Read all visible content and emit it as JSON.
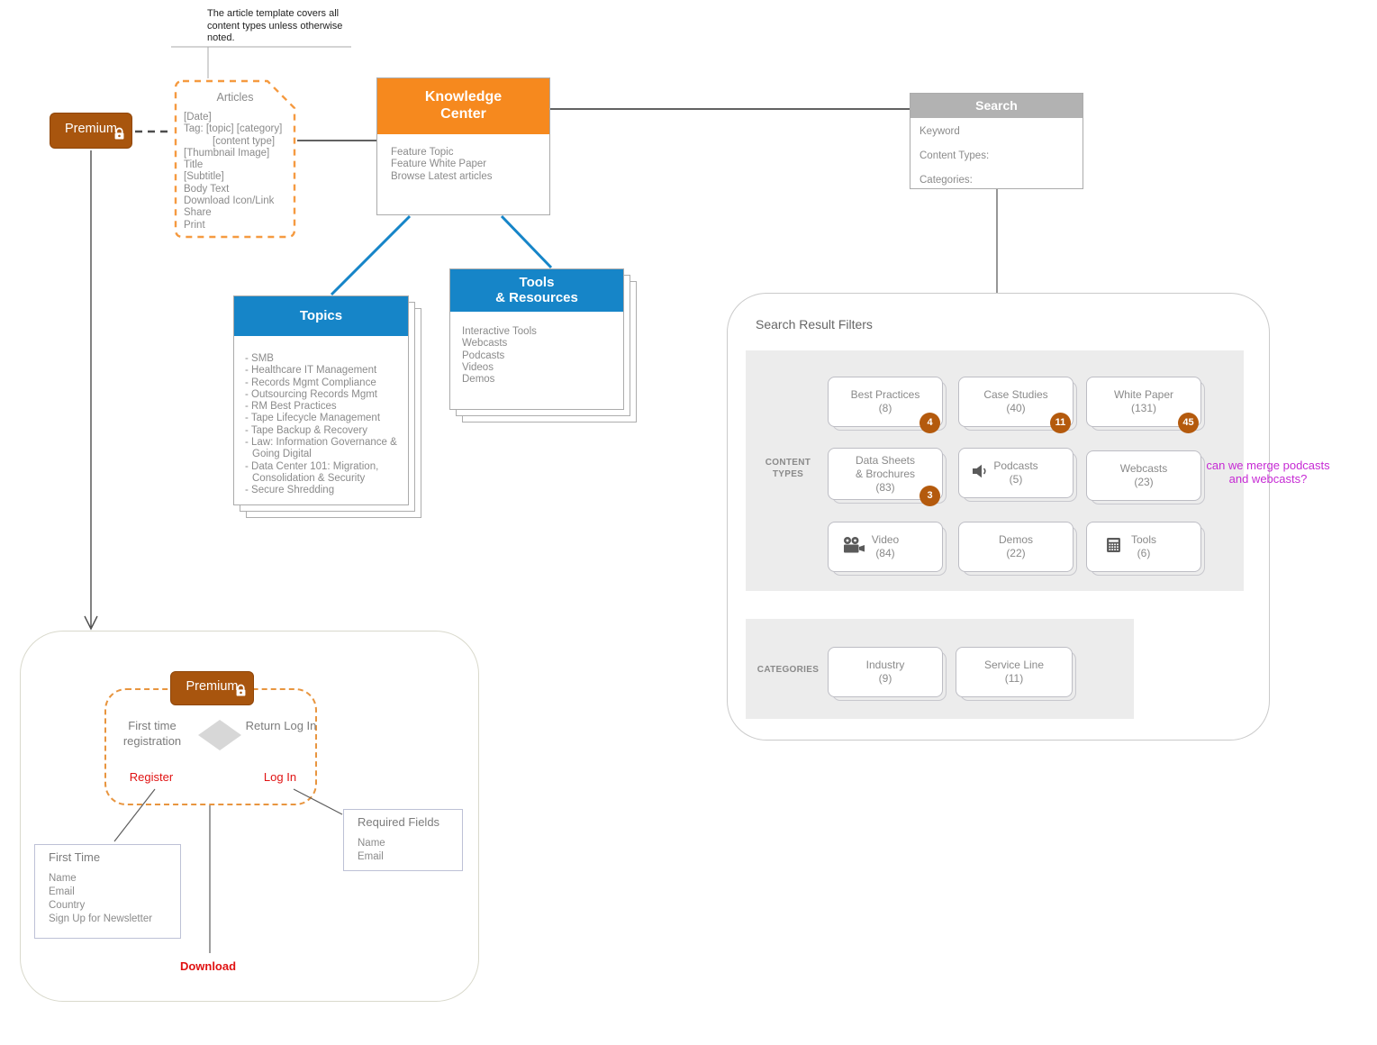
{
  "colors": {
    "accent_orange": "#F6891E",
    "premium_brown": "#A8550E",
    "badge_brown": "#B45A0D",
    "link_blue": "#1685C8",
    "header_gray": "#B2B2B2",
    "action_red": "#E01212",
    "note_magenta": "#C62AD4"
  },
  "annotation": {
    "text": "The article template covers all content types unless otherwise noted."
  },
  "premium": {
    "label": "Premium"
  },
  "articles": {
    "title": "Articles",
    "fields": [
      "[Date]",
      "Tag: [topic] [category]",
      "[content type]",
      "[Thumbnail Image]",
      "Title",
      "[Subtitle]",
      "Body Text",
      "Download Icon/Link",
      "Share",
      "Print"
    ]
  },
  "knowledge_center": {
    "title_line1": "Knowledge",
    "title_line2": "Center",
    "items": [
      "Feature Topic",
      "Feature White Paper",
      "Browse Latest articles"
    ]
  },
  "search": {
    "title": "Search",
    "fields": [
      "Keyword",
      "Content Types:",
      "Categories:"
    ]
  },
  "topics": {
    "title": "Topics",
    "items": [
      "- SMB",
      "- Healthcare IT Management",
      "- Records Mgmt Compliance",
      "- Outsourcing Records Mgmt",
      "- RM Best Practices",
      "- Tape Lifecycle Management",
      "- Tape Backup & Recovery",
      "- Law: Information Governance & Going Digital",
      "- Data Center 101: Migration, Consolidation & Security",
      "- Secure Shredding"
    ]
  },
  "tools_resources": {
    "title_line1": "Tools",
    "title_line2": "& Resources",
    "items": [
      "Interactive Tools",
      "Webcasts",
      "Podcasts",
      "Videos",
      "Demos"
    ]
  },
  "filters": {
    "title": "Search Result Filters",
    "note": "can we merge podcasts and webcasts?",
    "content_types": {
      "label": "CONTENT TYPES",
      "cards": [
        {
          "label": "Best Practices",
          "count": "(8)",
          "badge": "4"
        },
        {
          "label": "Case Studies",
          "count": "(40)",
          "badge": "11"
        },
        {
          "label": "White Paper",
          "count": "(131)",
          "badge": "45"
        },
        {
          "label": "Data Sheets & Brochures",
          "count": "(83)",
          "badge": "3"
        },
        {
          "label": "Podcasts",
          "count": "(5)",
          "icon": "speaker-icon"
        },
        {
          "label": "Webcasts",
          "count": "(23)"
        },
        {
          "label": "Video",
          "count": "(84)",
          "icon": "video-camera-icon"
        },
        {
          "label": "Demos",
          "count": "(22)"
        },
        {
          "label": "Tools",
          "count": "(6)",
          "icon": "calculator-icon"
        }
      ]
    },
    "categories": {
      "label": "CATEGORIES",
      "cards": [
        {
          "label": "Industry",
          "count": "(9)"
        },
        {
          "label": "Service Line",
          "count": "(11)"
        }
      ]
    }
  },
  "registration": {
    "premium_label": "Premium",
    "first_time_option": "First time registration",
    "return_option": "Return Log In",
    "register_action": "Register",
    "login_action": "Log In",
    "download_action": "Download",
    "first_time_box": {
      "title": "First Time",
      "fields": [
        "Name",
        "Email",
        "Country",
        "Sign Up for Newsletter"
      ]
    },
    "required_fields_box": {
      "title": "Required Fields",
      "fields": [
        "Name",
        "Email"
      ]
    }
  }
}
